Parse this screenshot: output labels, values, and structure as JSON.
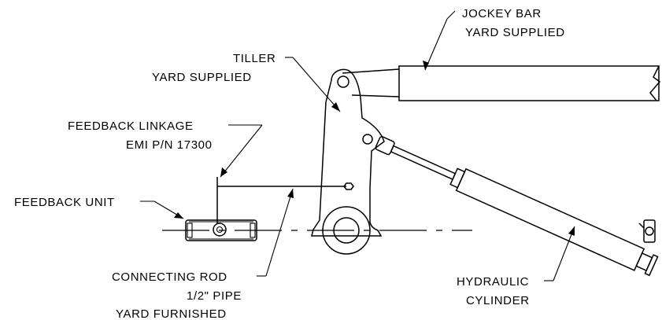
{
  "labels": {
    "jockey_bar_1": "JOCKEY BAR",
    "jockey_bar_2": "YARD SUPPLIED",
    "tiller_1": "TILLER",
    "tiller_2": "YARD SUPPLIED",
    "feedback_linkage_1": "FEEDBACK LINKAGE",
    "feedback_linkage_2": "EMI P/N 17300",
    "feedback_unit": "FEEDBACK UNIT",
    "connecting_rod_1": "CONNECTING ROD",
    "connecting_rod_2": "1/2\" PIPE",
    "connecting_rod_3": "YARD FURNISHED",
    "hydraulic_cylinder_1": "HYDRAULIC",
    "hydraulic_cylinder_2": "CYLINDER"
  }
}
